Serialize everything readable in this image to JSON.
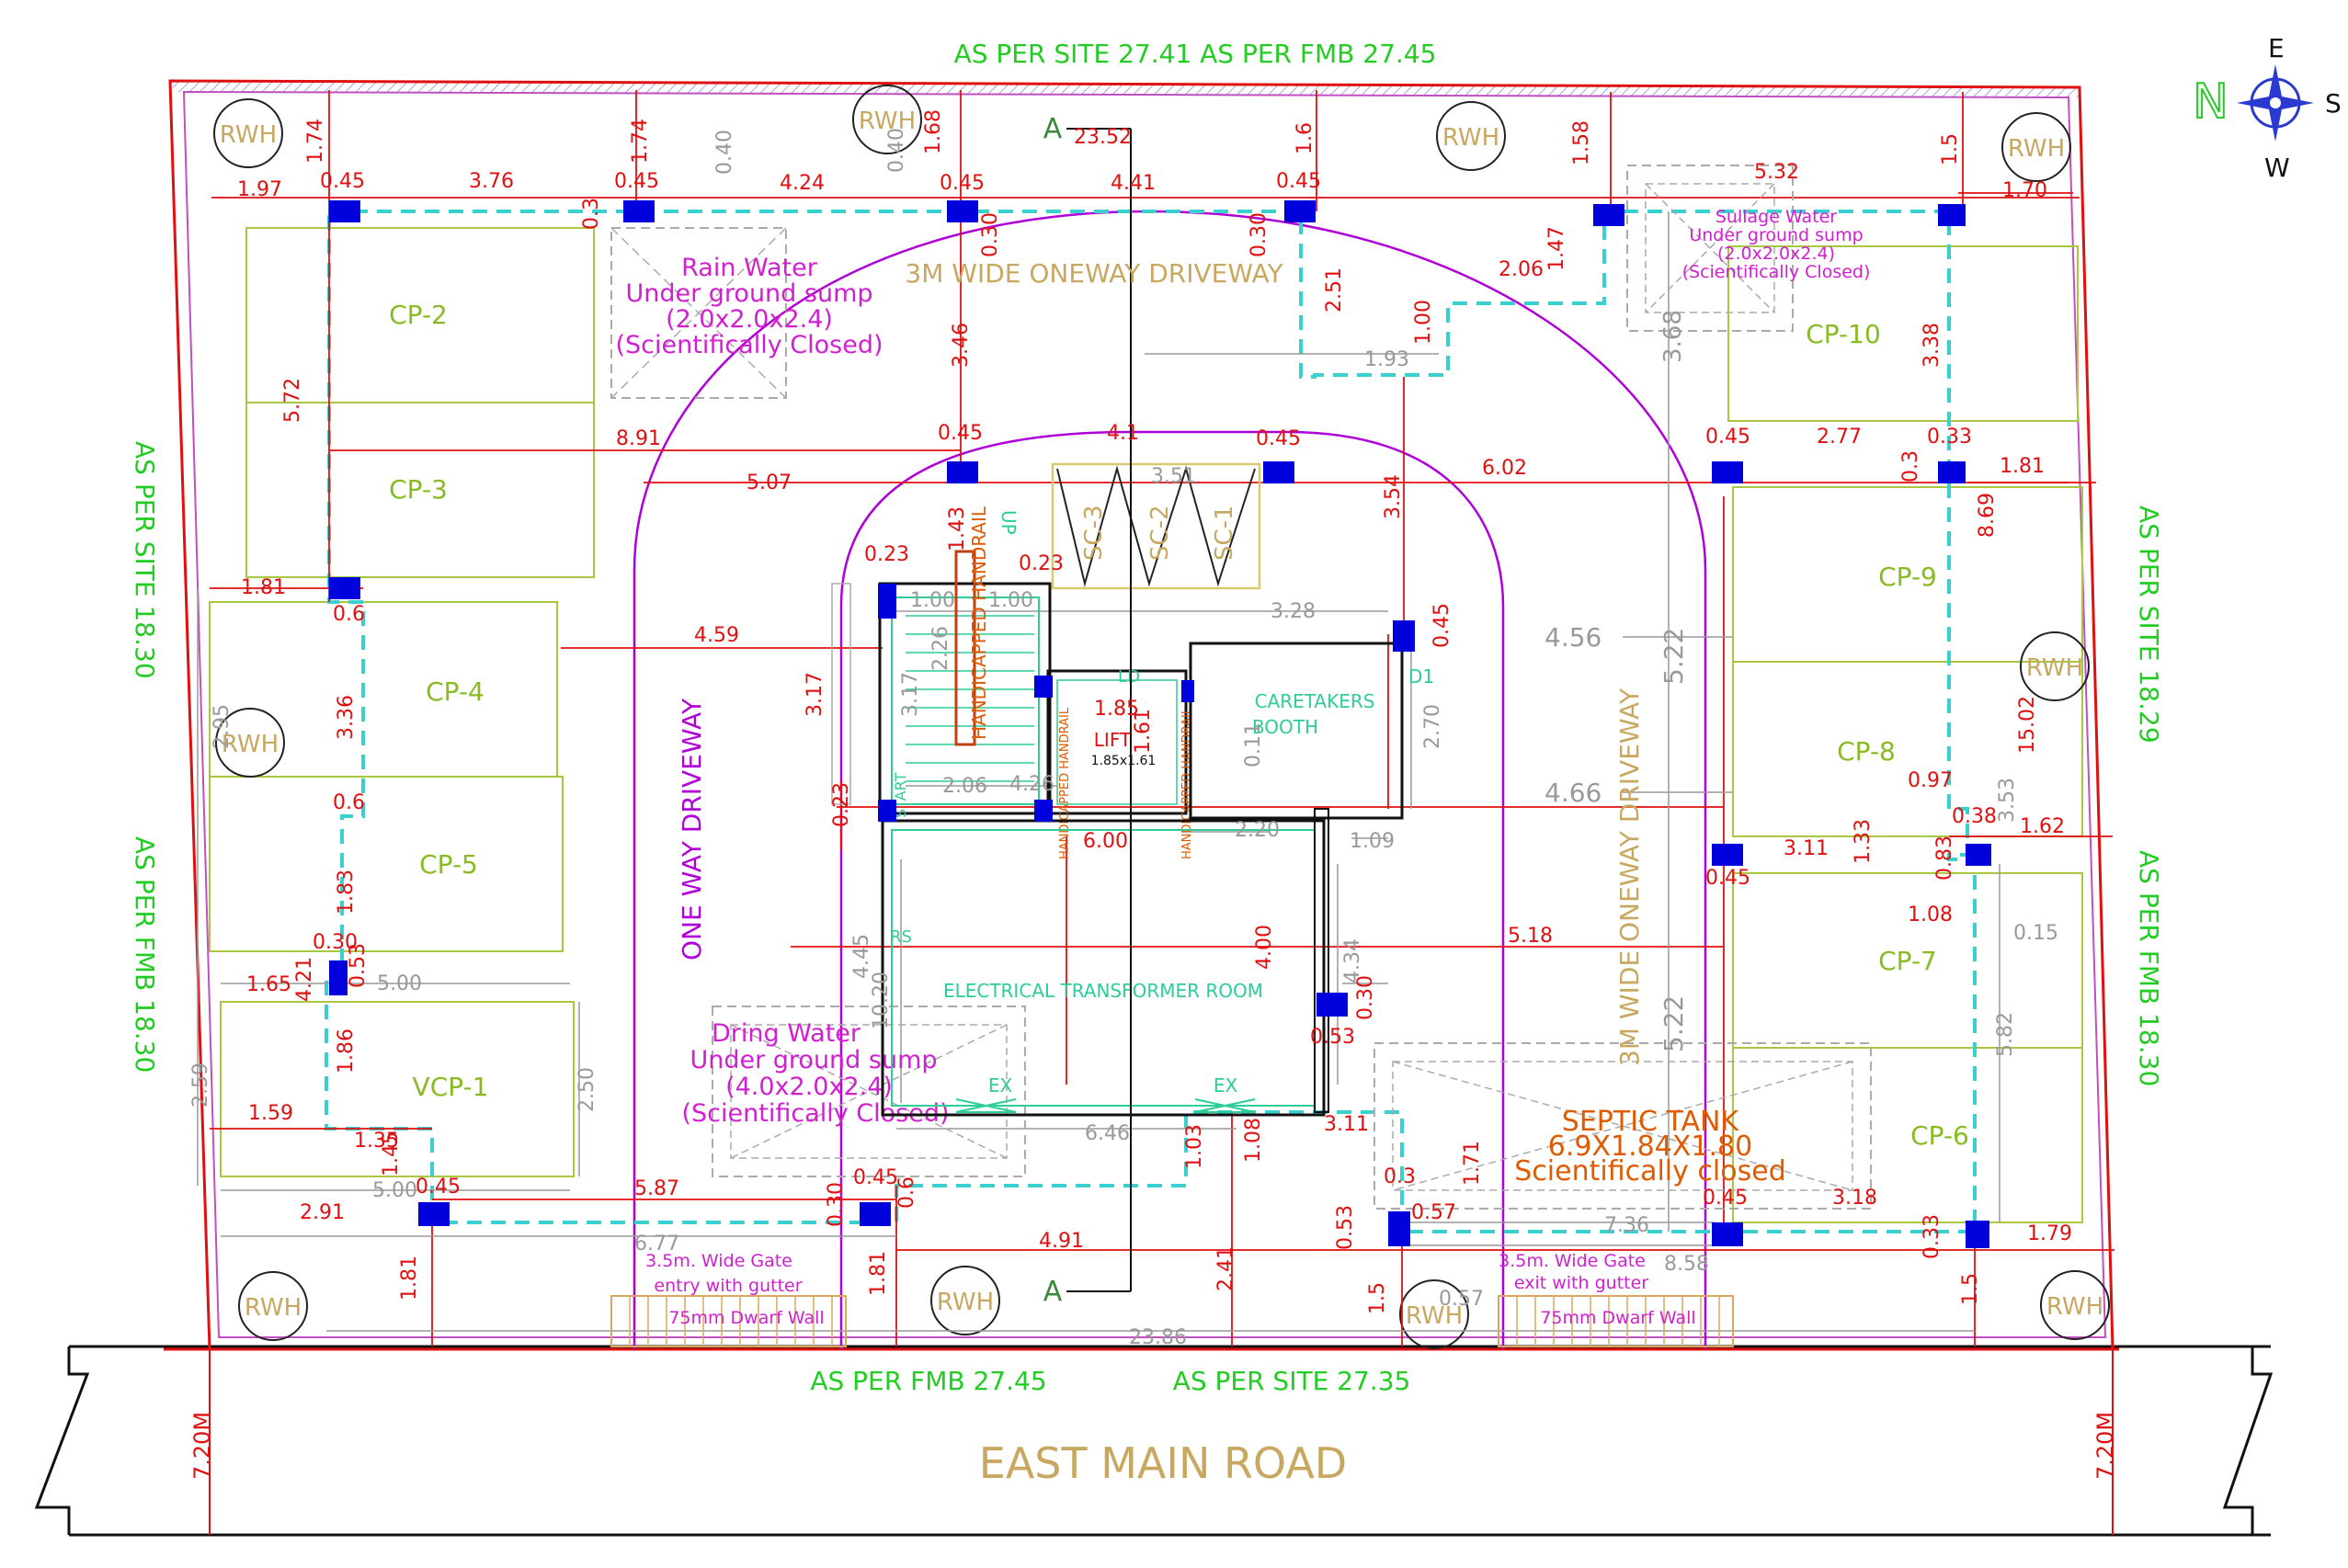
{
  "boundary_labels": {
    "top": "AS  PER  SITE    27.41  AS  PER  FMB    27.45",
    "bottom_fmb": "AS  PER  FMB   27.45",
    "bottom_site": "AS  PER  SITE   27.35",
    "left_site": "AS  PER  SITE   18.30",
    "left_fmb": "AS  PER  FMB   18.30",
    "right_site": "AS  PER  SITE   18.29",
    "right_fmb": "AS  PER  FMB   18.30"
  },
  "road": {
    "name": "EAST MAIN ROAD",
    "width_left": "7.20M",
    "width_right": "7.20M"
  },
  "compass": {
    "n": "N",
    "e": "E",
    "s": "S",
    "w": "W"
  },
  "section": {
    "a_top": "A",
    "a_bottom": "A"
  },
  "parking": {
    "cp2": "CP-2",
    "cp3": "CP-3",
    "cp4": "CP-4",
    "cp5": "CP-5",
    "vcp1": "VCP-1",
    "cp6": "CP-6",
    "cp7": "CP-7",
    "cp8": "CP-8",
    "cp9": "CP-9",
    "cp10": "CP-10"
  },
  "rwh": {
    "label": "RWH"
  },
  "driveways": {
    "top": "3M WIDE ONEWAY DRIVEWAY",
    "left": "ONE WAY DRIVEWAY",
    "right": "3M WIDE ONEWAY DRIVEWAY"
  },
  "rain_sump": [
    "Rain Water",
    "Under ground sump",
    "(2.0x2.0x2.4)",
    "(Scientifically Closed)"
  ],
  "sullage_sump": [
    "Sullage Water",
    "Under ground sump",
    "(2.0x2.0x2.4)",
    "(Scientifically Closed)"
  ],
  "drinking_sump": [
    "Dring  Water",
    "Under ground sump",
    "(4.0x2.0x2.4)",
    "(Scientifically Closed)"
  ],
  "septic": [
    "SEPTIC  TANK",
    "6.9X1.84X1.80",
    "Scientifically closed"
  ],
  "rooms": {
    "caretaker": [
      "CARETAKERS",
      "BOOTH"
    ],
    "transformer": "ELECTRICAL TRANSFORMER ROOM",
    "lift": "LIFT",
    "lift_size": "1.85x1.61",
    "ld": "LD",
    "d1": "D1",
    "rs": "RS",
    "ex1": "EX",
    "ex2": "EX",
    "up": "UP",
    "start": "START",
    "handrail": "HANDICAPPED HANDRAIL",
    "handrail2": "HANDICAPPED HANDRAIL",
    "handrail3": "HANDICAPPED HANDRAIL"
  },
  "scooters": {
    "sc1": "SC-1",
    "sc2": "SC-2",
    "sc3": "SC-3"
  },
  "gates": {
    "entry": [
      "3.5m. Wide Gate",
      "entry with gutter"
    ],
    "exit": [
      "3.5m. Wide Gate",
      "exit with gutter"
    ],
    "dwarf_left": "75mm Dwarf Wall",
    "dwarf_right": "75mm Dwarf Wall"
  },
  "dimensions_red": {
    "d174a": "1.74",
    "d174b": "1.74",
    "d168": "1.68",
    "d16": "1.6",
    "d158": "1.58",
    "d15top": "1.5",
    "d197": "1.97",
    "d045a": "0.45",
    "d376": "3.76",
    "d03a": "0.3",
    "d045b": "0.45",
    "d424": "4.24",
    "d045c": "0.45",
    "d441": "4.41",
    "d045d": "0.45",
    "d2352": "23.52",
    "d532": "5.32",
    "d170": "1.70",
    "d030a": "0.30",
    "d030b": "0.30",
    "d572": "5.72",
    "d346": "3.46",
    "d251": "2.51",
    "d206": "2.06",
    "d147": "1.47",
    "d100": "1.00",
    "d338": "3.38",
    "d891": "8.91",
    "d045e": "0.45",
    "d41": "4.1",
    "d045f": "0.45",
    "d045g": "0.45",
    "d277": "2.77",
    "d033": "0.33",
    "d507": "5.07",
    "d602": "6.02",
    "d354": "3.54",
    "d181a": "1.81",
    "d181b": "1.81",
    "d03b": "0.3",
    "d869": "8.69",
    "d143": "1.43",
    "d023a": "0.23",
    "d023b": "0.23",
    "d06a": "0.6",
    "d459": "4.59",
    "d317": "3.17",
    "d336": "3.36",
    "d045h": "0.45",
    "d185": "1.85",
    "d161": "1.61",
    "d1502": "15.02",
    "d06b": "0.6",
    "d097": "0.97",
    "d038": "0.38",
    "d162": "1.62",
    "d023c": "0.23",
    "d600": "6.00",
    "d311": "3.11",
    "d133": "1.33",
    "d083": "0.83",
    "d108": "1.08",
    "d045i": "0.45",
    "d183": "1.83",
    "d518": "5.18",
    "d400": "4.00",
    "d030c": "0.30",
    "d053": "0.53",
    "d030d": "0.30",
    "d053b": "0.53",
    "d165": "1.65",
    "d421": "4.21",
    "d186": "1.86",
    "d311b": "3.11",
    "d159": "1.59",
    "d135": "1.35",
    "d145": "1.45",
    "d103": "1.03",
    "d108b": "1.08",
    "d171": "1.71",
    "d03c": "0.3",
    "d045j": "0.45",
    "d587": "5.87",
    "d045k": "0.45",
    "d030e": "0.30",
    "d06c": "0.6",
    "d291": "2.91",
    "d057": "0.57",
    "d045l": "0.45",
    "d318": "3.18",
    "d053c": "0.53",
    "d033b": "0.33",
    "d179": "1.79",
    "d491": "4.91",
    "d241": "2.41",
    "d181c": "1.81",
    "d181d": "1.81",
    "d15a": "1.5",
    "d15b": "1.5"
  },
  "dimensions_grey": {
    "g040a": "0.40",
    "g040b": "0.40",
    "g193": "1.93",
    "g368": "3.68",
    "g351": "3.51",
    "g328": "3.28",
    "g456": "4.56",
    "g522a": "5.22",
    "g270": "2.70",
    "g011": "0.11",
    "g466": "4.66",
    "g220": "2.20",
    "g109": "1.09",
    "g206": "2.06",
    "g426": "4.26",
    "g100a": "1.00",
    "g100b": "1.00",
    "g226": "2.26",
    "g317": "3.17",
    "g445": "4.45",
    "g1020": "10.20",
    "g434": "4.34",
    "g500a": "5.00",
    "g250": "2.50",
    "g259": "2.59",
    "g500b": "5.00",
    "g677": "6.77",
    "g646": "6.46",
    "g736": "7.36",
    "g858": "8.58",
    "g2386": "23.86",
    "g015": "0.15",
    "g582": "5.82",
    "g522b": "5.22",
    "g353": "3.53",
    "g295": "2.95",
    "g057": "0.57"
  }
}
